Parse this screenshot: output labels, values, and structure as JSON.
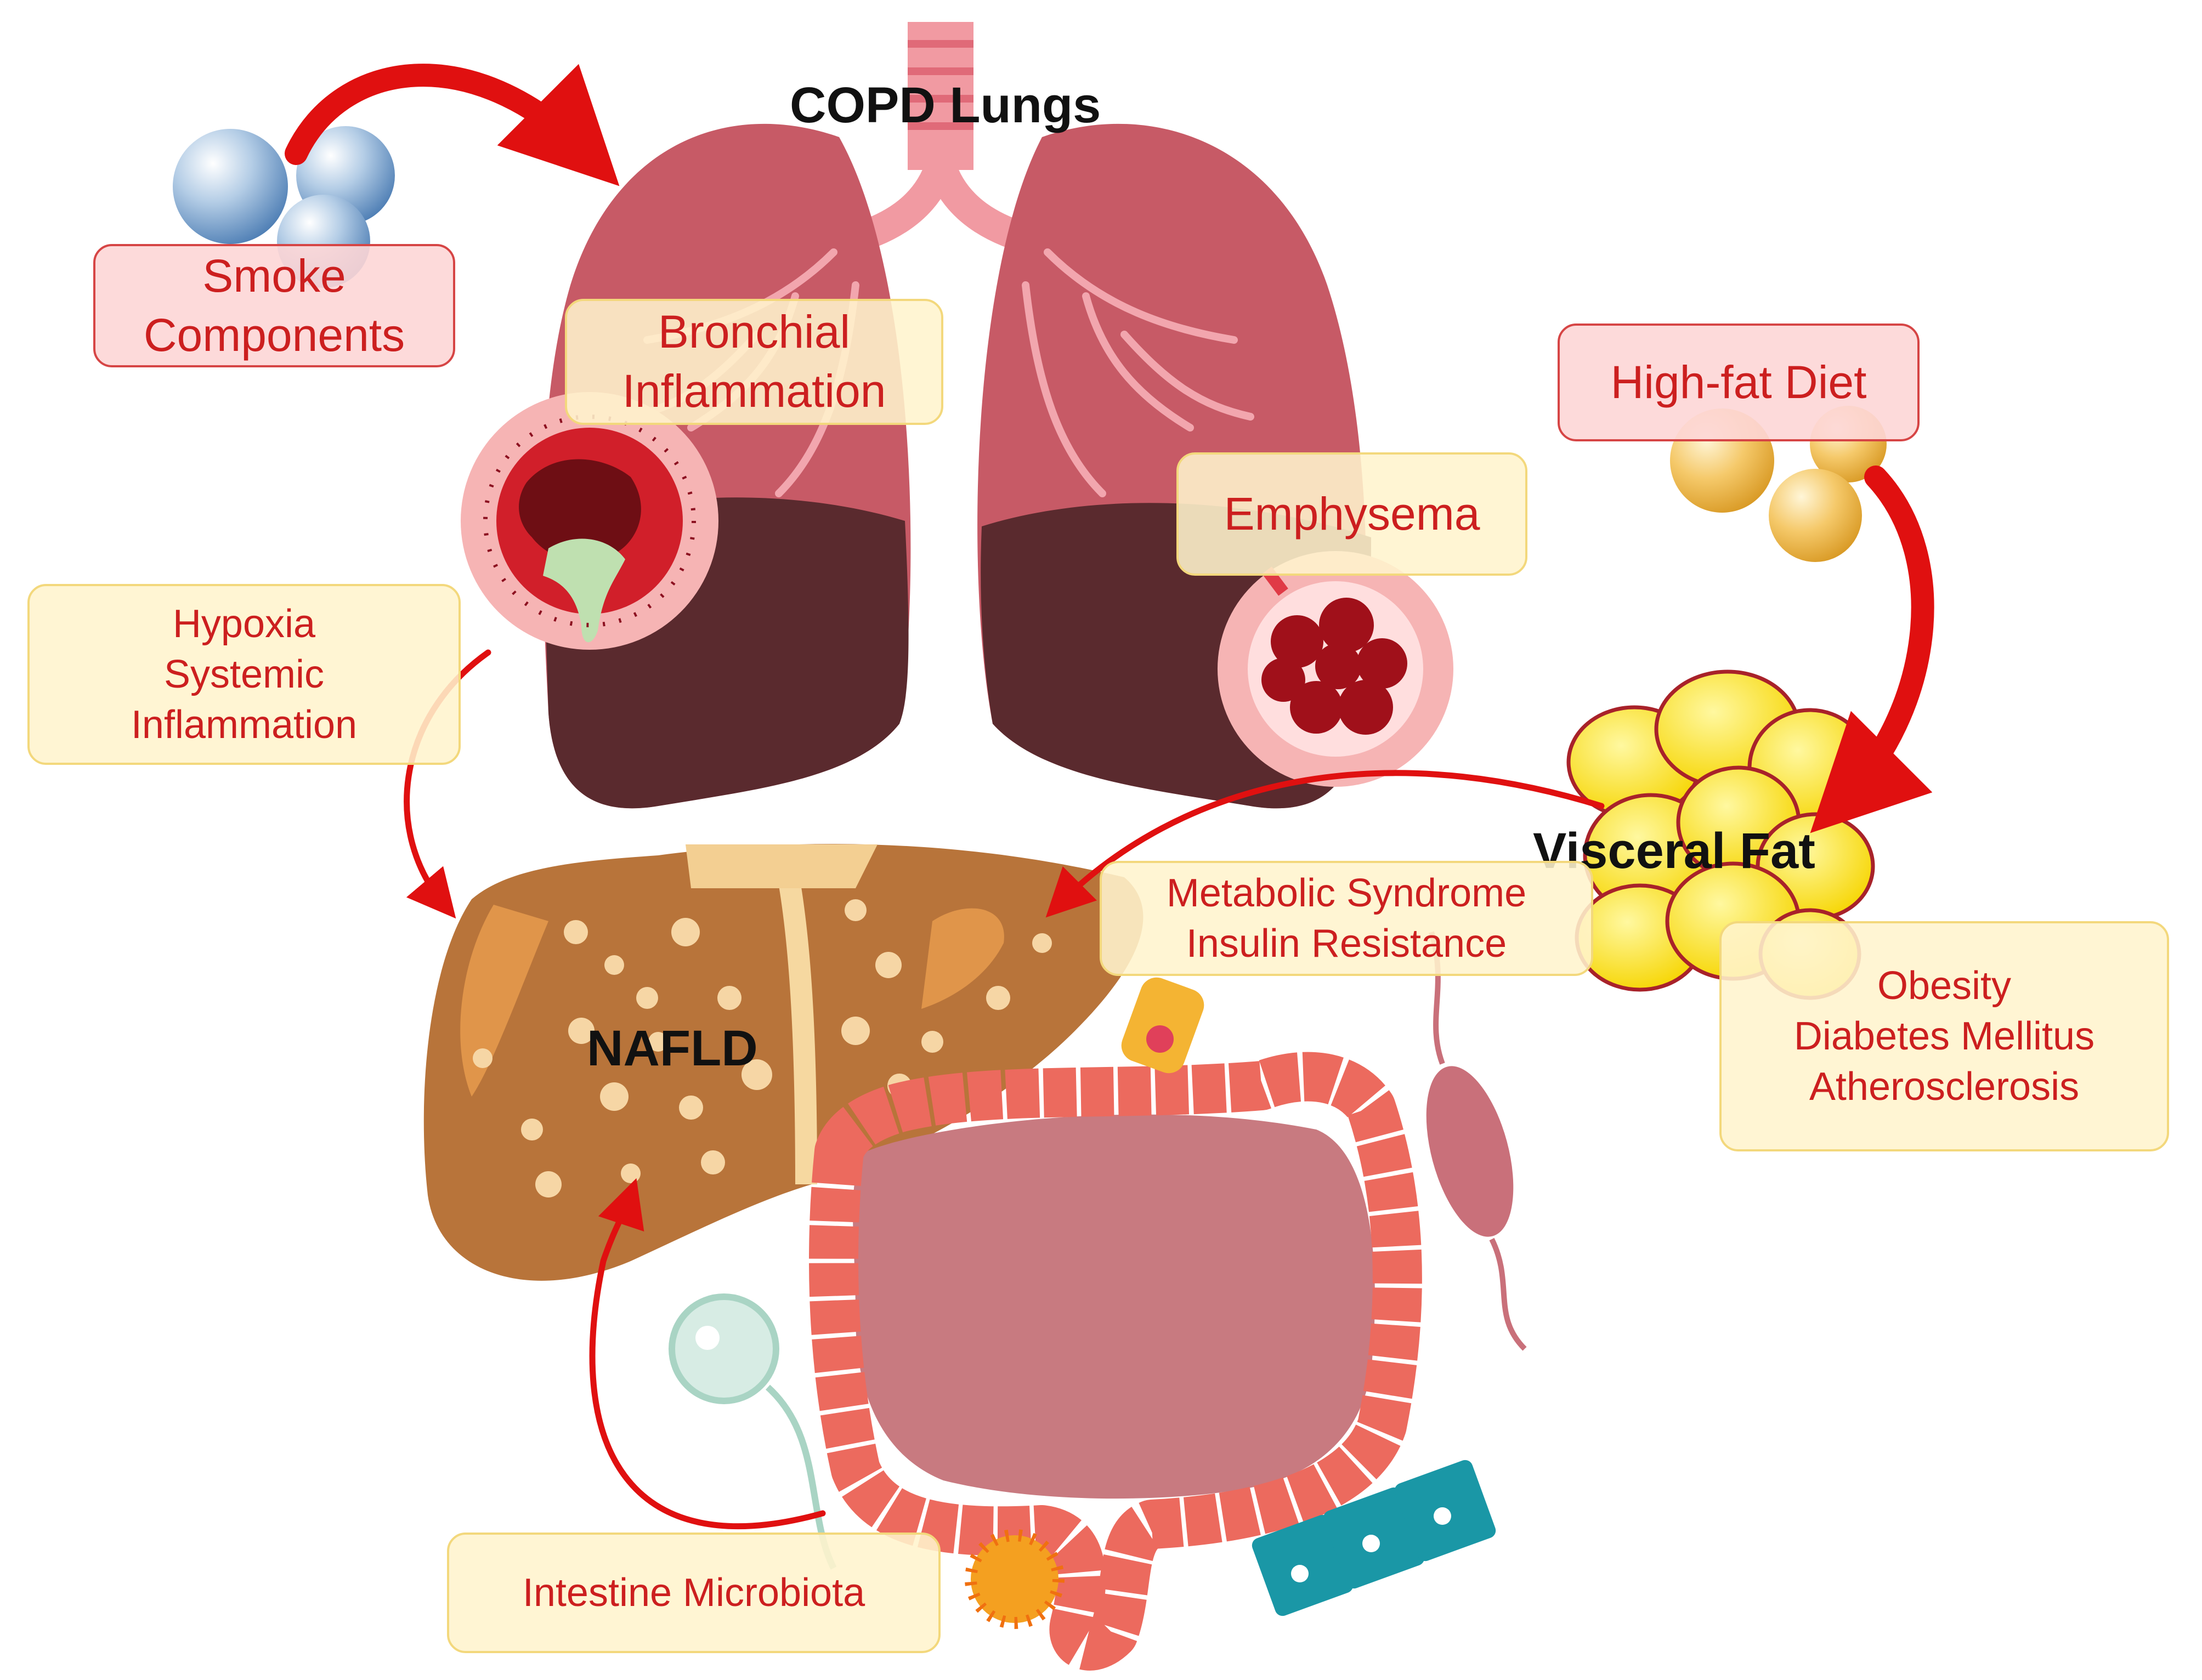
{
  "titles": {
    "lungs": "COPD Lungs",
    "liver": "NAFLD",
    "fat": "Visceral Fat"
  },
  "labels": {
    "smoke": [
      "Smoke",
      "Components"
    ],
    "bronchial": [
      "Bronchial",
      "Inflammation"
    ],
    "emphysema": [
      "Emphysema"
    ],
    "hypoxia": [
      "Hypoxia",
      "Systemic",
      "Inflammation"
    ],
    "high_fat_diet": [
      "High-fat Diet"
    ],
    "metabolic": [
      "Metabolic Syndrome",
      "Insulin Resistance"
    ],
    "obesity": [
      "Obesity",
      "Diabetes Mellitus",
      "Atherosclerosis"
    ],
    "microbiota": [
      "Intestine Microbiota"
    ]
  },
  "colors": {
    "arrow": "#e01010",
    "label_text": "#cc1f1f",
    "lung_upper": "#c75a66",
    "lung_lower": "#5a2a2e",
    "liver": "#b8743a",
    "intestine": "#ec6a5e",
    "fat": "#ffe01a"
  }
}
